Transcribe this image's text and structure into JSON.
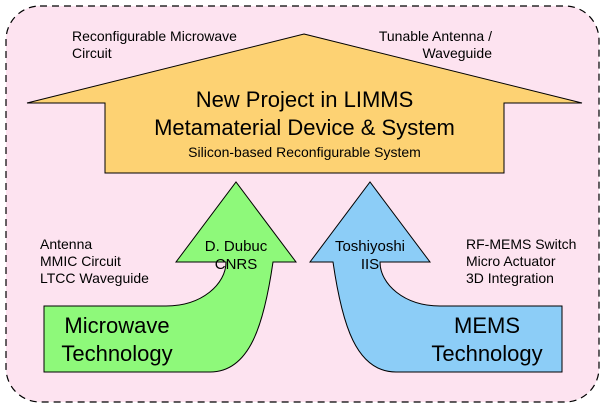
{
  "colors": {
    "background": "#fde3f0",
    "house": "#fdd273",
    "microwave_arrow": "#8ef97a",
    "mems_arrow": "#8ccdf7",
    "outline": "#000000"
  },
  "top_left_note": {
    "line1": "Reconfigurable Microwave",
    "line2": "Circuit"
  },
  "top_right_note": {
    "line1": "Tunable Antenna /",
    "line2": "Waveguide"
  },
  "house": {
    "title_line1": "New Project in LIMMS",
    "title_line2": "Metamaterial Device & System",
    "subtitle": "Silicon-based Reconfigurable System"
  },
  "left_list": [
    "Antenna",
    "MMIC Circuit",
    "LTCC Waveguide"
  ],
  "right_list": [
    "RF-MEMS Switch",
    "Micro Actuator",
    "3D Integration"
  ],
  "left_arrow": {
    "person": "D. Dubuc",
    "org": "CNRS",
    "base_line1": "Microwave",
    "base_line2": "Technology"
  },
  "right_arrow": {
    "person": "Toshiyoshi",
    "org": "IIS",
    "base_line1": "MEMS",
    "base_line2": "Technology"
  }
}
